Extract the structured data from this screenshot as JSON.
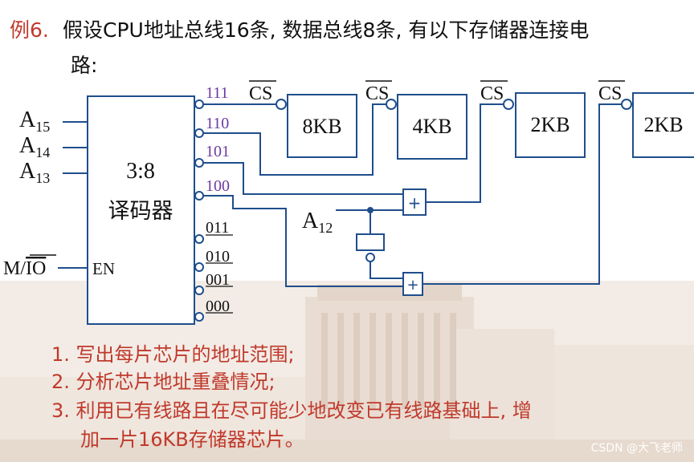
{
  "title": {
    "prefix": "例6.",
    "main": "假设CPU地址总线16条, 数据总线8条, 有以下存储器连接电",
    "cont": "路:"
  },
  "decoder": {
    "name_line1": "3:8",
    "name_line2": "译码器",
    "inputs": [
      {
        "base": "A",
        "sub": "15"
      },
      {
        "base": "A",
        "sub": "14"
      },
      {
        "base": "A",
        "sub": "13"
      }
    ],
    "enable_input": "M/IO",
    "enable_input_prefix": "M/",
    "enable_input_overbar": "IO",
    "enable_pin": "EN",
    "outputs": [
      "111",
      "110",
      "101",
      "100",
      "011",
      "010",
      "001",
      "000"
    ]
  },
  "chips": [
    {
      "size": "8KB",
      "cs_label": "CS"
    },
    {
      "size": "4KB",
      "cs_label": "CS"
    },
    {
      "size": "2KB",
      "cs_label": "CS"
    },
    {
      "size": "2KB",
      "cs_label": "CS"
    }
  ],
  "a12": {
    "base": "A",
    "sub": "12"
  },
  "or_gate_symbol": "+",
  "questions": [
    "1. 写出每片芯片的地址范围;",
    "2. 分析芯片地址重叠情况;",
    "3. 利用已有线路且在尽可能少地改变已有线路基础上, 增",
    "加一片16KB存储器芯片。"
  ],
  "watermark": "CSDN @大飞老师",
  "colors": {
    "title_prefix": "#c0392b",
    "questions": "#c0392b",
    "wire": "#1f4e8c",
    "output_labels": "#6a3aa0"
  }
}
